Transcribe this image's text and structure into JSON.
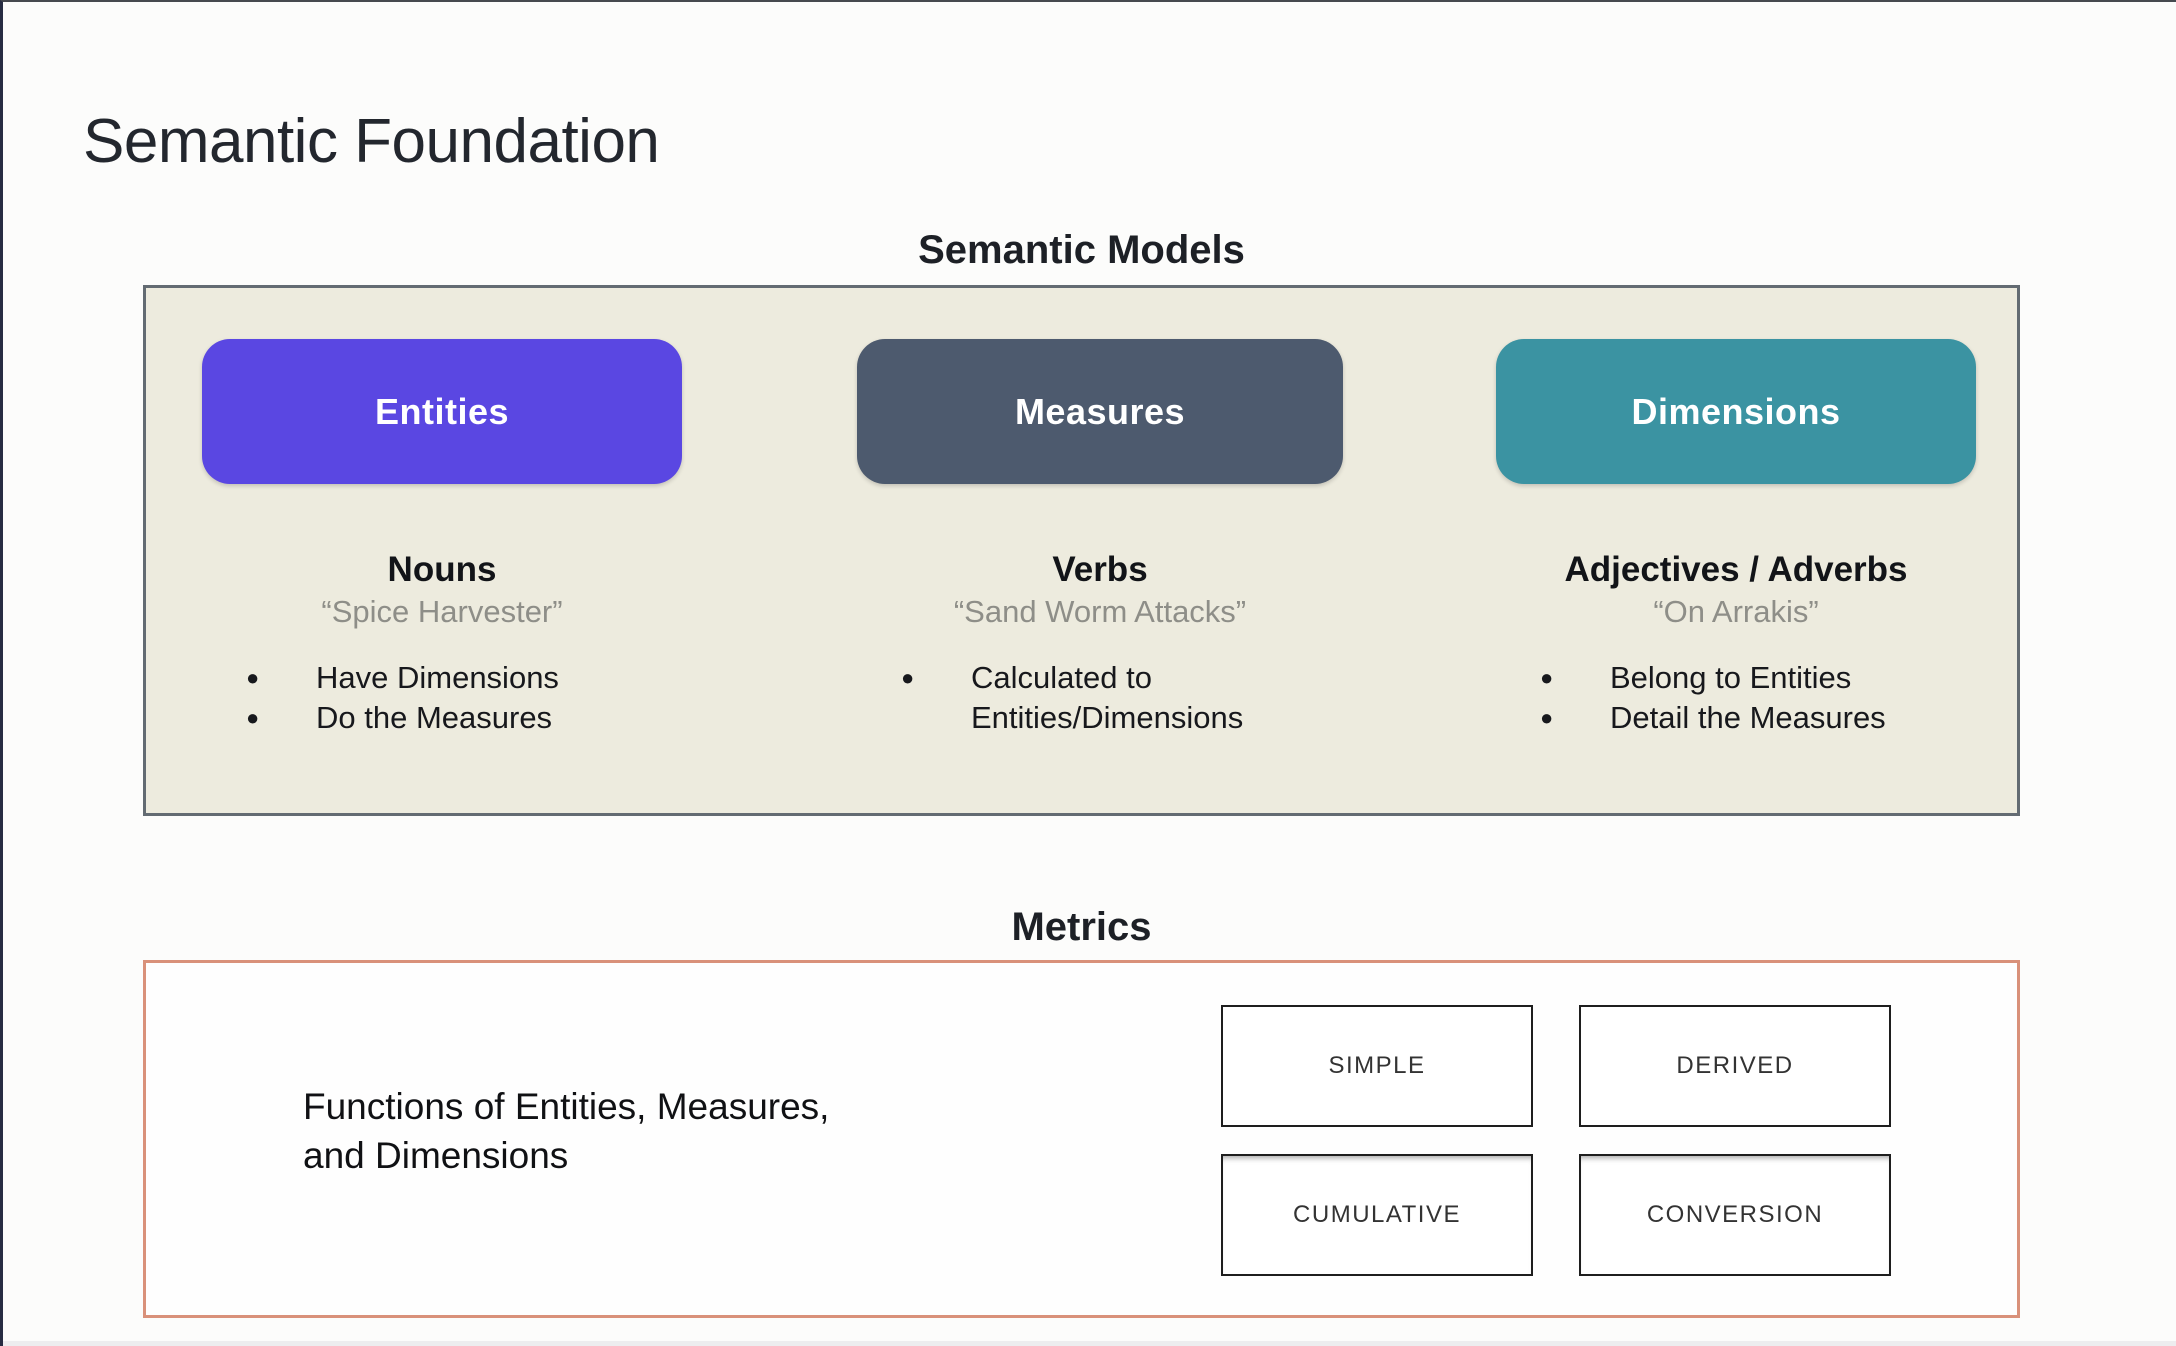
{
  "page": {
    "title": "Semantic Foundation"
  },
  "semantic_models": {
    "heading": "Semantic Models",
    "panel_bg": "#edebde",
    "panel_border": "#636b72",
    "columns": [
      {
        "pill": "Entities",
        "pill_color": "#5a47e2",
        "role": "Nouns",
        "example": "“Spice Harvester”",
        "bullets": [
          "Have Dimensions",
          "Do the Measures"
        ]
      },
      {
        "pill": "Measures",
        "pill_color": "#4d5a6e",
        "role": "Verbs",
        "example": "“Sand Worm Attacks”",
        "bullets": [
          "Calculated to Entities/Dimensions"
        ]
      },
      {
        "pill": "Dimensions",
        "pill_color": "#3b93a2",
        "role": "Adjectives / Adverbs",
        "example": "“On Arrakis”",
        "bullets": [
          "Belong to Entities",
          "Detail the Measures"
        ]
      }
    ]
  },
  "metrics": {
    "heading": "Metrics",
    "panel_border": "#d9917a",
    "description": "Functions of Entities, Measures,\nand Dimensions",
    "types": [
      "SIMPLE",
      "DERIVED",
      "CUMULATIVE",
      "CONVERSION"
    ]
  }
}
